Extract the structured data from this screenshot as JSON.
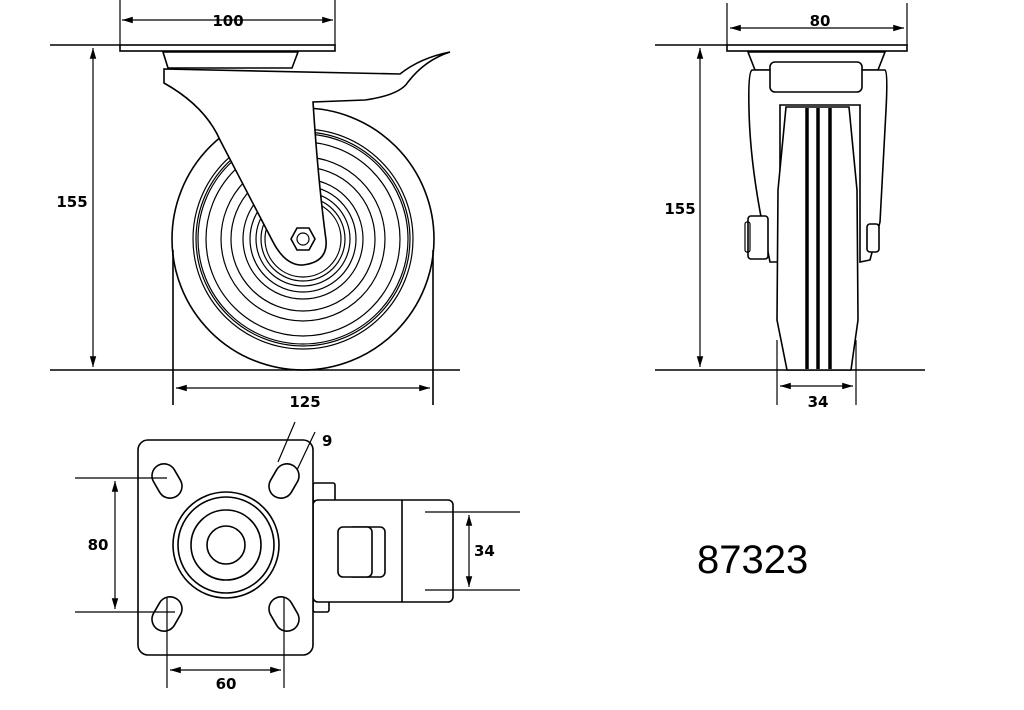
{
  "model_number": "87323",
  "side_view": {
    "plate_width": "100",
    "height": "155",
    "wheel_diameter": "125"
  },
  "front_view": {
    "plate_width": "80",
    "height": "155",
    "wheel_width": "34"
  },
  "top_view": {
    "hole_spacing_vertical": "80",
    "hole_spacing_horizontal": "60",
    "slot_width": "9",
    "wheel_width": "34"
  },
  "colors": {
    "line": "#000000",
    "background": "#ffffff"
  }
}
